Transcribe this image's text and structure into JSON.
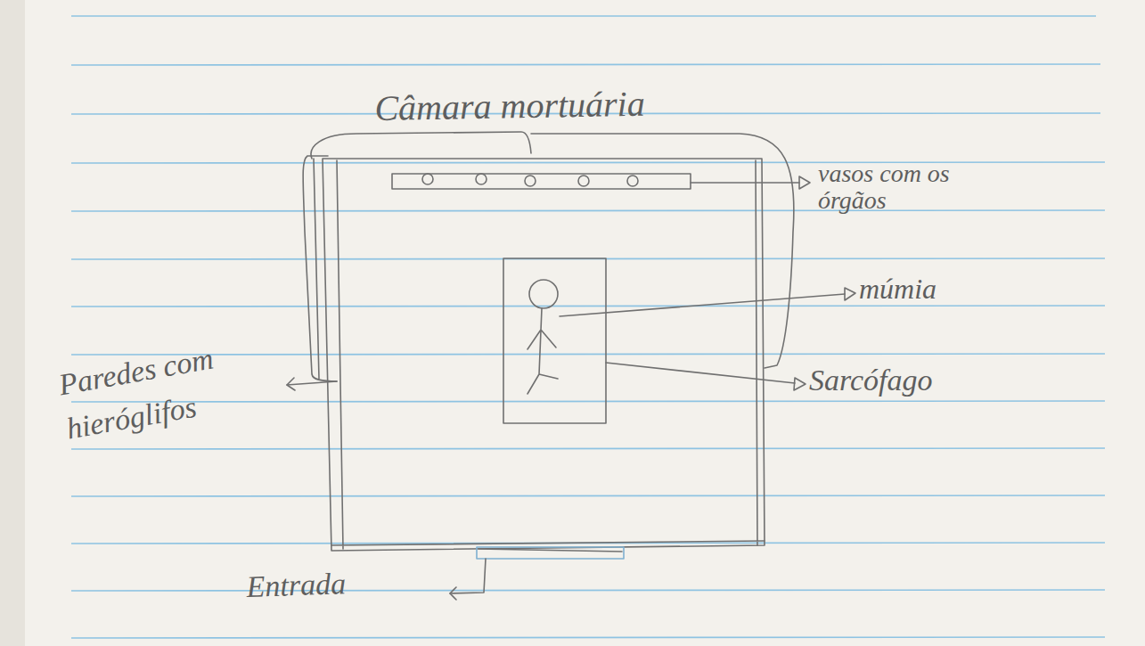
{
  "diagram": {
    "title": "Câmara mortuária",
    "labels": [
      "vasos com os órgãos",
      "múmia",
      "Sarcófago",
      "Paredes com hieróglifos",
      "Entrada"
    ]
  }
}
